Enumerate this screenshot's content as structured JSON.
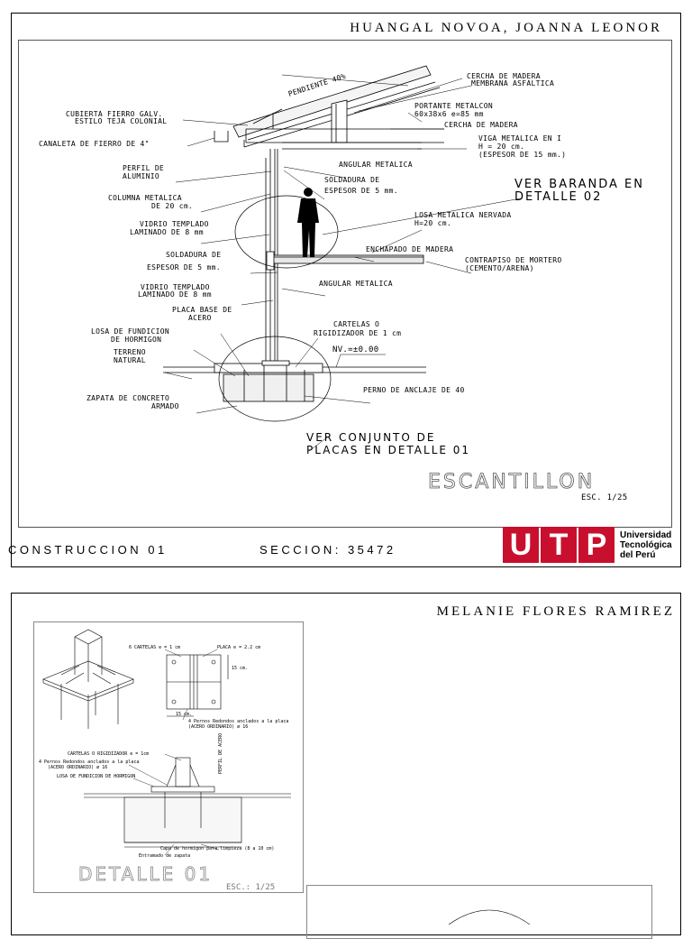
{
  "sheet1": {
    "author": "HUANGAL NOVOA, JOANNA LEONOR",
    "course": "CONSTRUCCION 01",
    "section": "SECCION: 35472",
    "title": "ESCANTILLON",
    "scale": "ESC. 1/25",
    "labels": {
      "pendiente": "PENDIENTE 40%",
      "cercha1": "CERCHA DE MADERA",
      "membrana": "MEMBRANA ASFALTICA",
      "cubierta1": "CUBIERTA FIERRO GALV.",
      "cubierta2": "ESTILO TEJA COLONIAL",
      "portante1": "PORTANTE METALCON",
      "portante2": "60x38x6 e=85 mm",
      "cercha2": "CERCHA DE MADERA",
      "canaleta": "CANALETA  DE FIERRO DE 4\"",
      "viga1": "VIGA METALICA EN I",
      "viga2": "H = 20 cm.",
      "viga3": "(ESPESOR DE 15 mm.)",
      "perfil1": "PERFIL DE",
      "perfil2": "ALUMINIO",
      "angular1": "ANGULAR METALICA",
      "soldadura1a": "SOLDADURA DE",
      "soldadura1b": "ESPESOR DE 5 mm.",
      "columna1": "COLUMNA METALICA",
      "columna2": "DE 20 cm.",
      "baranda1": "VER BARANDA EN",
      "baranda2": "DETALLE 02",
      "vidrio1a": "VIDRIO TEMPLADO",
      "vidrio1b": "LAMINADO DE 8 mm",
      "losa1": "LOSA METALICA NERVADA",
      "losa2": "H=20 cm.",
      "enchapado": "ENCHAPADO DE MADERA",
      "soldadura2a": "SOLDADURA DE",
      "soldadura2b": "ESPESOR DE 5 mm.",
      "contrapiso1": "CONTRAPISO DE MORTERO",
      "contrapiso2": "(CEMENTO/ARENA)",
      "vidrio2a": "VIDRIO TEMPLADO",
      "vidrio2b": "LAMINADO DE 8 mm",
      "angular2": "ANGULAR METALICA",
      "placa1": "PLACA BASE DE",
      "placa2": "ACERO",
      "cartelas1": "CARTELAS O",
      "cartelas2": "RIGIDIZADOR DE 1 cm",
      "losafund1": "LOSA DE FUNDICION",
      "losafund2": "DE HORMIGON",
      "nivel": "NV.=±0.00",
      "terreno1": "TERRENO",
      "terreno2": "NATURAL",
      "perno": "PERNO DE ANCLAJE DE 40",
      "zapata1": "ZAPATA DE CONCRETO",
      "zapata2": "ARMADO",
      "conjunto1": "VER CONJUNTO DE",
      "conjunto2": "PLACAS EN DETALLE 01"
    }
  },
  "sheet2": {
    "author": "MELANIE FLORES RAMIREZ",
    "title": "DETALLE 01",
    "scale": "ESC.: 1/25",
    "labels": {
      "cartelas_top": "6 CARTELAS e = 1 cm",
      "placa_top": "PLACA e = 2.2 cm",
      "dim15a": "15 cm.",
      "dim15b": "15 cm.",
      "pernos_note1": "4 Pernos Redondos anclados a la placa",
      "pernos_note2": "(ACERO ORDINARIO) ø 16",
      "cartelas_mid": "CARTELAS O RIGIDIZADOR e = 1cm",
      "pernos_left1": "4 Pernos Redondos anclados a la placa",
      "pernos_left2": "(ACERO ORDINARIO) ø 16",
      "losa_fund": "LOSA DE FUNDICION DE HORMIGON",
      "perfil_vertical": "PERFIL DE ACERO",
      "capa": "Capa de hormigon para limpieza (8 a 10 cm)",
      "entramado": "Entramado de zapata"
    }
  },
  "logo": {
    "letters": [
      "U",
      "T",
      "P"
    ],
    "line1": "Universidad",
    "line2": "Tecnológica",
    "line3": "del Perú",
    "color": "#c8102e"
  }
}
